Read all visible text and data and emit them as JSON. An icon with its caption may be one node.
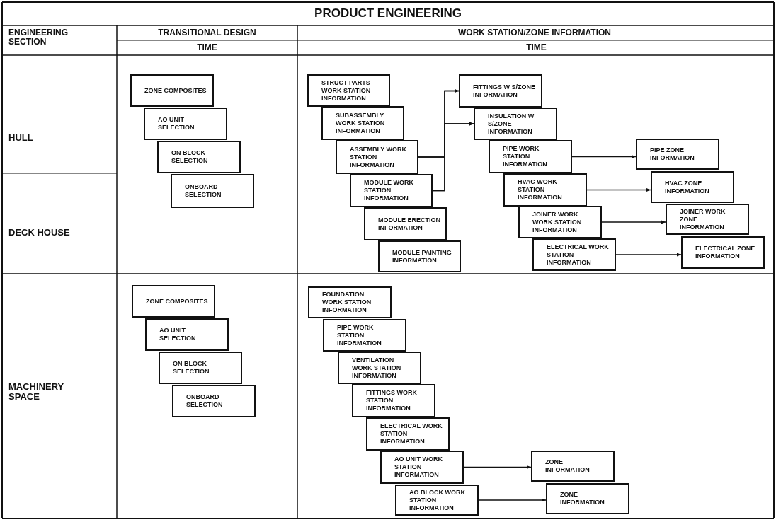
{
  "diagram": {
    "title": "PRODUCT ENGINEERING",
    "nodes": [
      {
        "text": [
          "ZONE COMPOSITES"
        ]
      },
      {
        "text": [
          "AO UNIT SELECTION"
        ]
      },
      {
        "text": [
          "ON BLOCK SELECTION"
        ]
      },
      {
        "text": [
          "ONBOARD SELECTION"
        ]
      },
      {
        "text": [
          "STRUCT PARTS WORK STATION INFORMATION"
        ]
      },
      {
        "text": [
          "SUBASSEMBLY WORK STATION INFORMATION"
        ]
      },
      {
        "text": [
          "ASSEMBLY WORK STATION INFORMATION"
        ]
      },
      {
        "text": [
          "MODULE WORK STATION INFORMATION"
        ]
      },
      {
        "text": [
          "MODULE ERECTION INFORMATION"
        ]
      },
      {
        "text": [
          "MODULE PAINTING INFORMATION"
        ]
      },
      {
        "text": [
          "FITTINGS W S/ZONE INFORMATION"
        ]
      },
      {
        "text": [
          "INSULATION W S/ZONE INFORMATION"
        ]
      },
      {
        "text": [
          "PIPE WORK STATION INFORMATION"
        ]
      },
      {
        "text": [
          "HVAC WORK STATION INFORMATION"
        ]
      },
      {
        "text": [
          "JOINER WORK WORK STATION INFORMATION"
        ]
      },
      {
        "text": [
          "ELECTRICAL WORK STATION INFORMATION"
        ]
      },
      {
        "text": [
          "PIPE ZONE INFORMATION"
        ]
      },
      {
        "text": [
          "HVAC ZONE INFORMATION"
        ]
      },
      {
        "text": [
          "JOINER WORK ZONE INFORMATION"
        ]
      },
      {
        "text": [
          "ELECTRICAL ZONE INFORMATION"
        ]
      },
      {
        "text": [
          "ZONE COMPOSITES"
        ]
      },
      {
        "text": [
          "AO UNIT SELECTION"
        ]
      },
      {
        "text": [
          "ON BLOCK SELECTION"
        ]
      },
      {
        "text": [
          "ONBOARD SELECTION"
        ]
      },
      {
        "text": [
          "FOUNDATION WORK STATION INFORMATION"
        ]
      },
      {
        "text": [
          "PIPE WORK STATION INFORMATION"
        ]
      },
      {
        "text": [
          "VENTILATION WORK STATION INFORMATION"
        ]
      },
      {
        "text": [
          "FITTINGS WORK STATION INFORMATION"
        ]
      },
      {
        "text": [
          "ELECTRICAL WORK STATION INFORMATION"
        ]
      },
      {
        "text": [
          "AO UNIT WORK STATION INFORMATION"
        ]
      },
      {
        "text": [
          "AO BLOCK WORK STATION INFORMATION"
        ]
      },
      {
        "text": [
          "ZONE INFORMATION"
        ]
      },
      {
        "text": [
          "ZONE INFORMATION"
        ]
      }
    ],
    "edges": [
      {
        "from": 6,
        "to": 10,
        "arrow": "to"
      },
      {
        "from": 6,
        "to": 11,
        "arrow": "to"
      },
      {
        "from": 7,
        "to": 10,
        "arrow": "to"
      },
      {
        "from": 7,
        "to": 11,
        "arrow": "to"
      },
      {
        "from": 12,
        "to": 16,
        "arrow": "to"
      },
      {
        "from": 13,
        "to": 17,
        "arrow": "to"
      },
      {
        "from": 14,
        "to": 18,
        "arrow": "to"
      },
      {
        "from": 15,
        "to": 19,
        "arrow": "to"
      },
      {
        "from": 29,
        "to": 31,
        "arrow": "to"
      },
      {
        "from": 30,
        "to": 32,
        "arrow": "to"
      }
    ],
    "labels": [
      "ENGINEERING SECTION",
      "TRANSITIONAL DESIGN",
      "WORK STATION/ZONE INFORMATION",
      "TIME",
      "TIME",
      "HULL",
      "DECK HOUSE",
      "MACHINERY SPACE"
    ]
  }
}
